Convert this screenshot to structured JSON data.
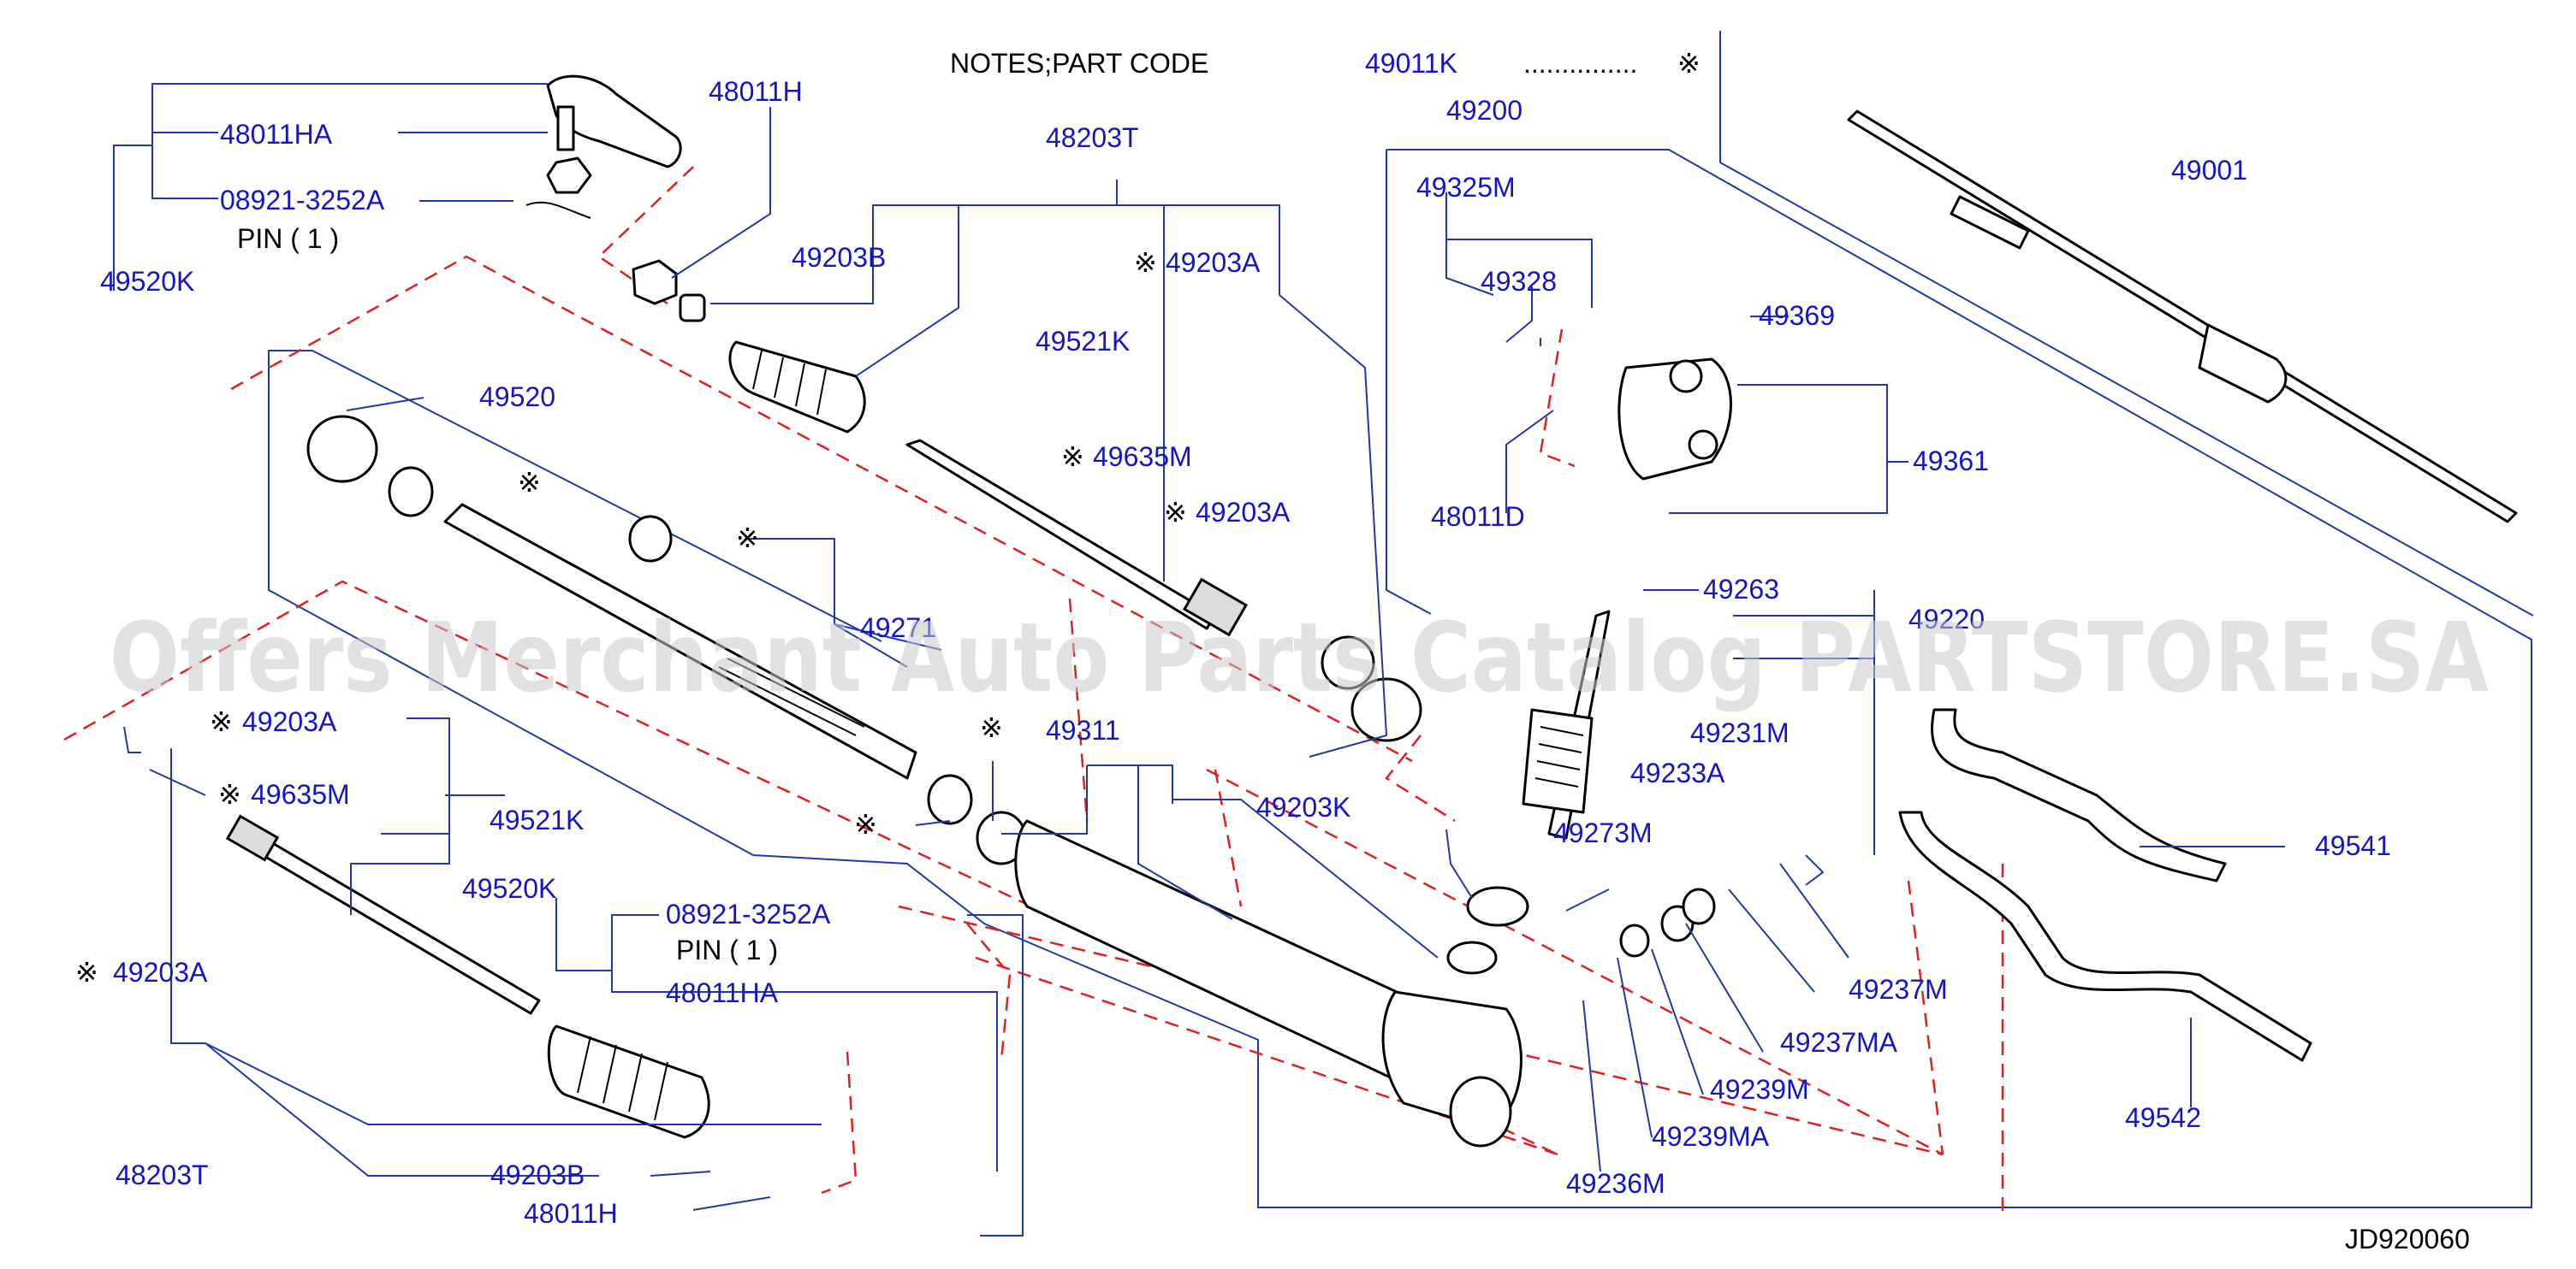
{
  "notes": {
    "title": "NOTES;PART   CODE",
    "code": "49011K",
    "dots": "...............",
    "mark": "※"
  },
  "watermark": "Offers Merchant Auto Parts Catalog PARTSTORE.SA",
  "diagram_code": "JD920060",
  "labels": {
    "l48011H_top": "48011H",
    "l48011HA_top": "48011HA",
    "l08921_top": "08921-3252A",
    "pin_top": "PIN  ( 1 )",
    "l49520K_left": "49520K",
    "l48203T_top": "48203T",
    "l49203B_top": "49203B",
    "l49203A_top": "49203A",
    "l49200": "49200",
    "l49325M": "49325M",
    "l49328": "49328",
    "l49369": "49369",
    "l49001": "49001",
    "l49520": "49520",
    "l49521K_top": "49521K",
    "l49635M_top": "49635M",
    "l49203A_mid": "49203A",
    "l49271": "49271",
    "l49361": "49361",
    "l48011D": "48011D",
    "l49263": "49263",
    "l49220": "49220",
    "l49203A_left": "49203A",
    "l49635M_left": "49635M",
    "l49521K_left": "49521K",
    "l49311": "49311",
    "l49231M": "49231M",
    "l49233A": "49233A",
    "l49203K": "49203K",
    "l49273M": "49273M",
    "l49541": "49541",
    "l49520K_mid": "49520K",
    "l08921_bot": "08921-3252A",
    "pin_bot": "PIN  ( 1 )",
    "l48011HA_bot": "48011HA",
    "l49203A_far": "49203A",
    "l49237M": "49237M",
    "l49237MA": "49237MA",
    "l49239M": "49239M",
    "l49239MA": "49239MA",
    "l49542": "49542",
    "l48203T_bot": "48203T",
    "l49203B_bot": "49203B",
    "l48011H_bot": "48011H",
    "l49236M": "49236M"
  },
  "marks": {
    "m1": "※",
    "m2": "※",
    "m3": "※",
    "m4": "※",
    "m5": "※",
    "m6": "※",
    "m7": "※",
    "m8": "※",
    "m9": "※",
    "m10": "※",
    "m11": "※"
  },
  "colors": {
    "label": "#1515c8",
    "leader": "#1f3aa6",
    "dashed": "#e02020"
  }
}
